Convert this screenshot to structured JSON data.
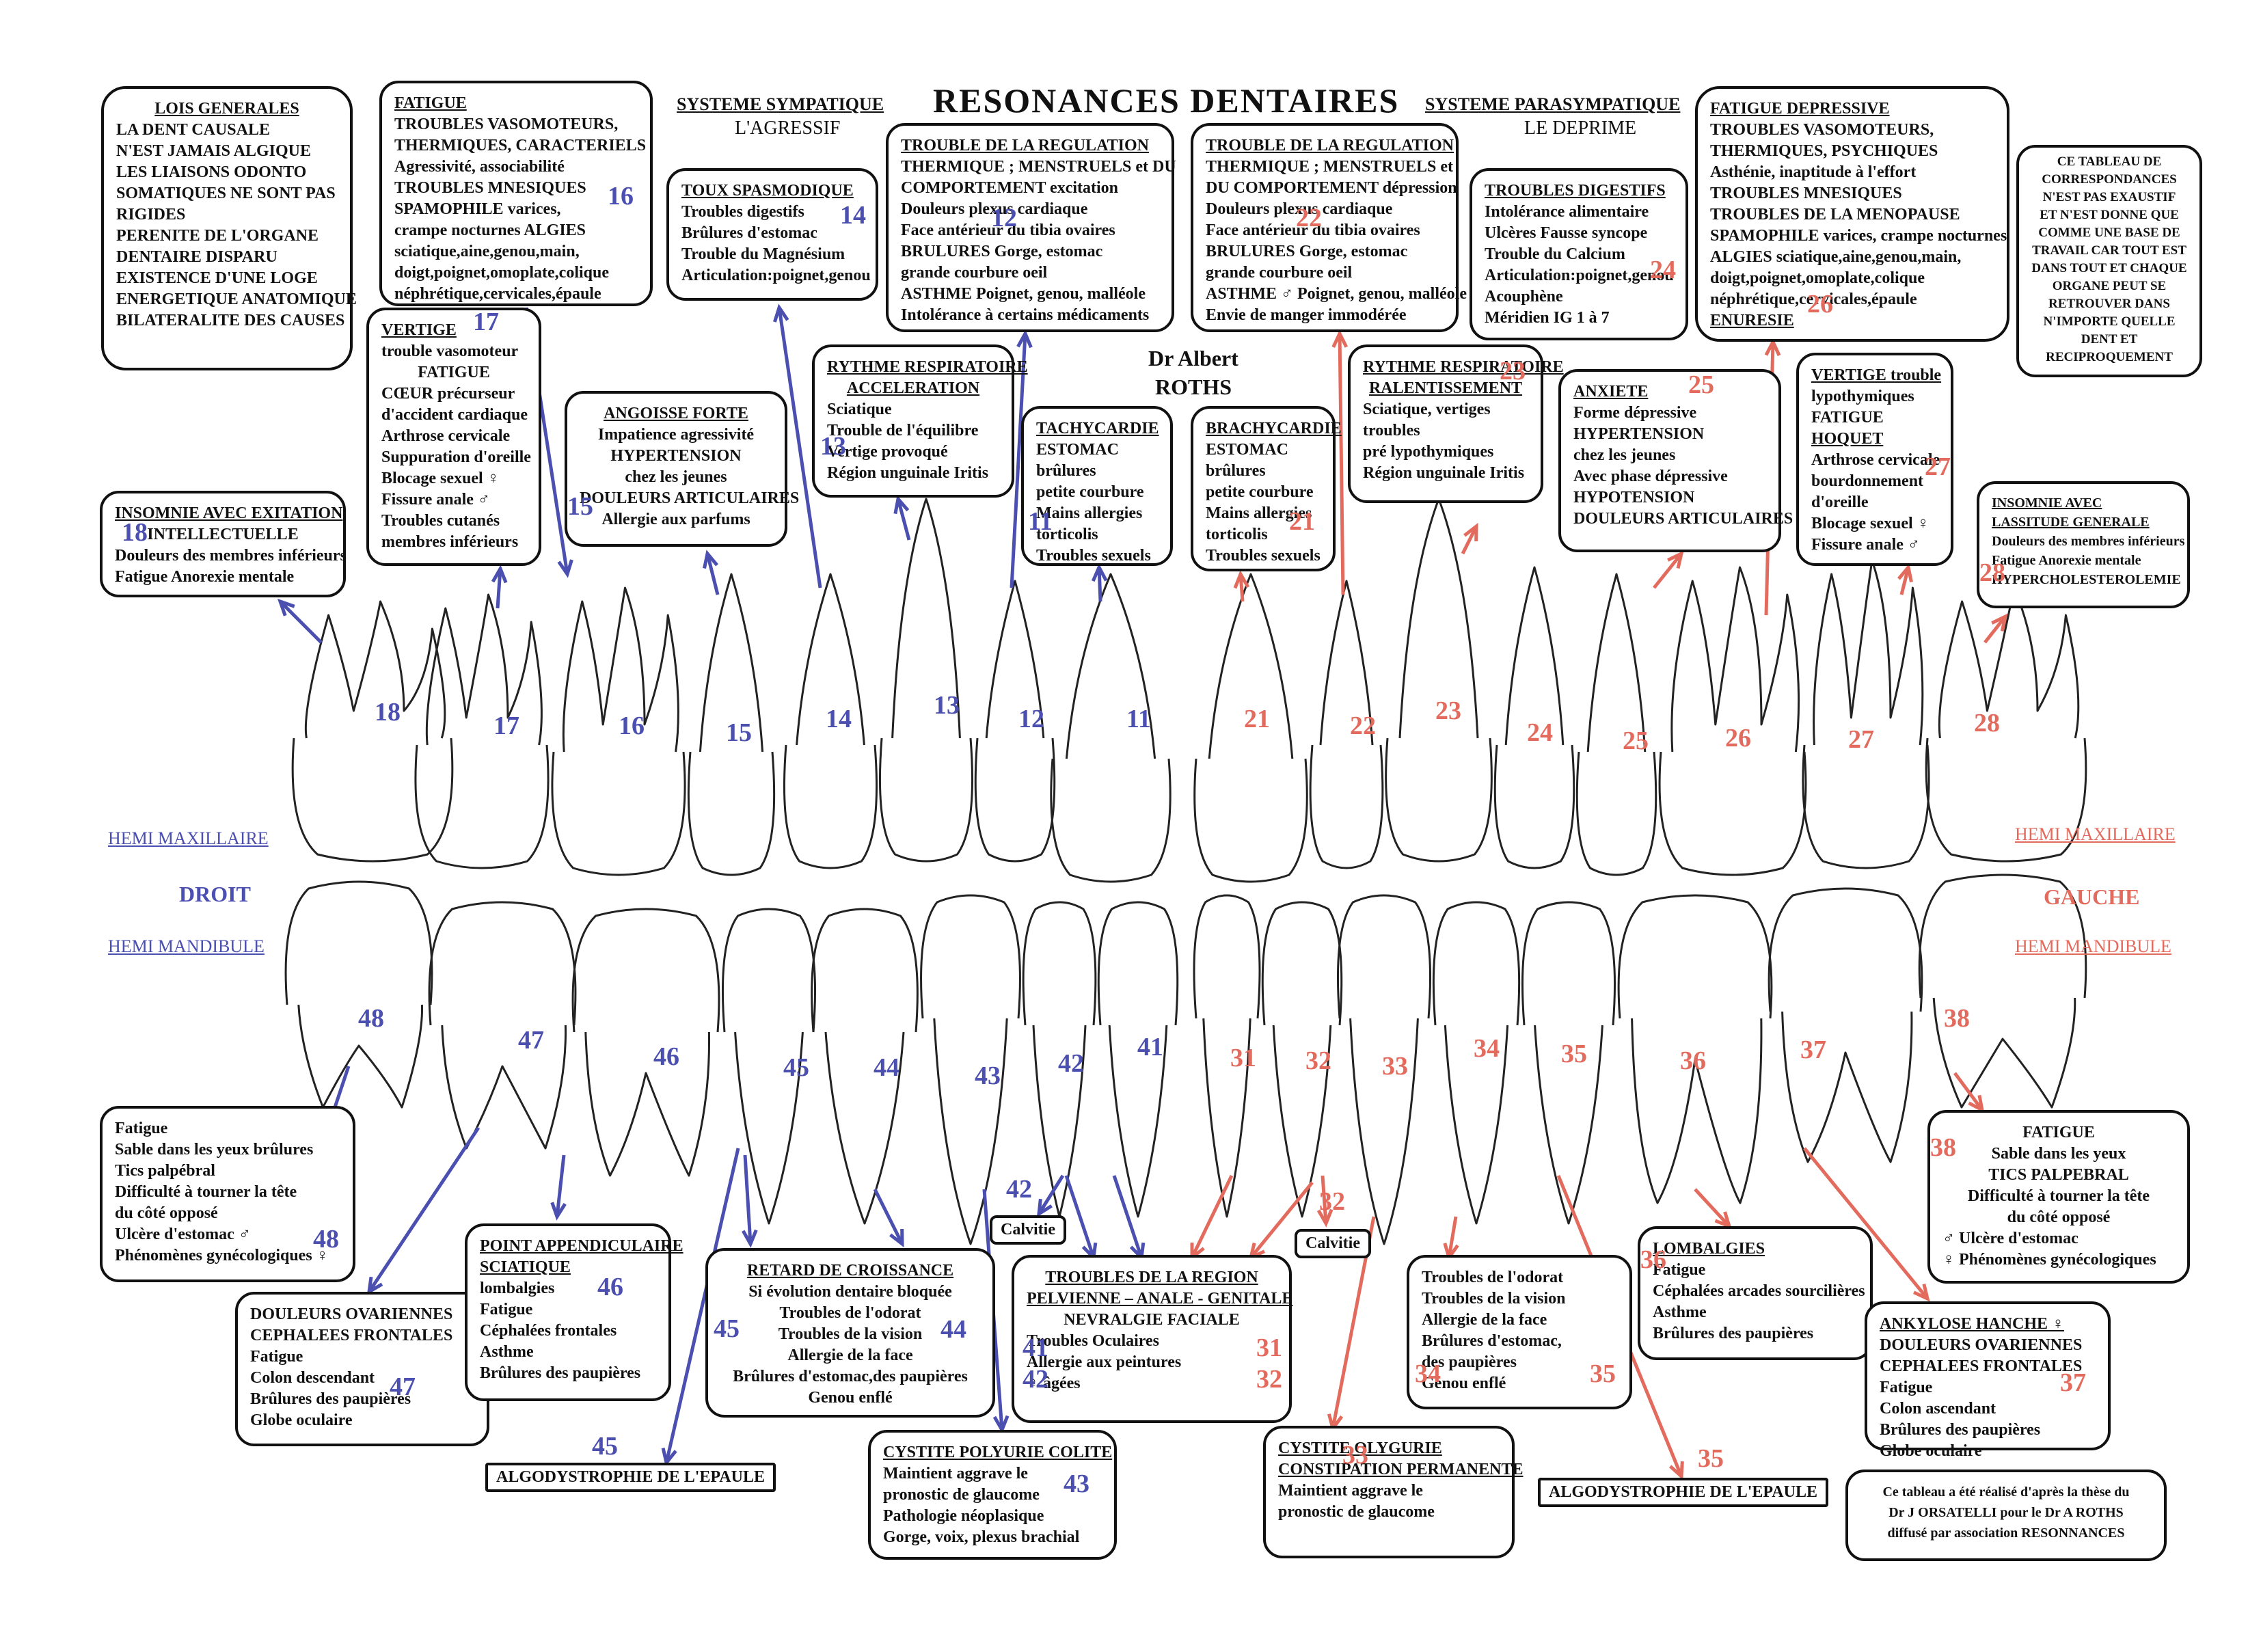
{
  "header": {
    "title": "RESONANCES DENTAIRES",
    "sympathetic": "SYSTEME SYMPATIQUE",
    "sympathetic_sub": "L'AGRESSIF",
    "parasympathetic": "SYSTEME PARASYMPATIQUE",
    "parasympathetic_sub": "LE DEPRIME",
    "author_1": "Dr Albert",
    "author_2": "ROTHS"
  },
  "sides": {
    "maxillaire_left": "HEMI MAXILLAIRE",
    "maxillaire_right": "HEMI MAXILLAIRE",
    "mandibule_left": "HEMI MANDIBULE",
    "mandibule_right": "HEMI MANDIBULE",
    "right_side": "DROIT",
    "left_side": "GAUCHE"
  },
  "colors": {
    "right_side": "#4b4fb0",
    "left_side": "#e36b5e",
    "ink": "#111111"
  },
  "tooth_numbers": {
    "upper": [
      "18",
      "17",
      "16",
      "15",
      "14",
      "13",
      "12",
      "11",
      "21",
      "22",
      "23",
      "24",
      "25",
      "26",
      "27",
      "28"
    ],
    "lower": [
      "48",
      "47",
      "46",
      "45",
      "44",
      "43",
      "42",
      "41",
      "31",
      "32",
      "33",
      "34",
      "35",
      "36",
      "37",
      "38"
    ]
  },
  "boxes": {
    "lois": {
      "num": "",
      "lines": [
        "LOIS GENERALES",
        "LA DENT CAUSALE",
        "N'EST JAMAIS ALGIQUE",
        "LES LIAISONS ODONTO",
        "SOMATIQUES NE SONT PAS",
        "RIGIDES",
        "PERENITE DE L'ORGANE",
        "DENTAIRE DISPARU",
        "EXISTENCE D'UNE LOGE",
        "ENERGETIQUE ANATOMIQUE",
        "BILATERALITE DES CAUSES"
      ]
    },
    "t16": {
      "num": "16",
      "lines": [
        "FATIGUE",
        "TROUBLES VASOMOTEURS,",
        "THERMIQUES, CARACTERIELS",
        "Agressivité, associabilité",
        "TROUBLES MNESIQUES",
        "SPAMOPHILE varices,",
        "crampe nocturnes ALGIES",
        "sciatique,aine,genou,main,",
        "doigt,poignet,omoplate,colique",
        "néphrétique,cervicales,épaule"
      ]
    },
    "t14": {
      "num": "14",
      "lines": [
        "TOUX SPASMODIQUE",
        "Troubles digestifs",
        "Brûlures d'estomac",
        "Trouble du Magnésium",
        "Articulation:poignet,genou"
      ]
    },
    "t12": {
      "num": "12",
      "lines": [
        "TROUBLE DE LA REGULATION",
        "THERMIQUE ; MENSTRUELS et DU",
        "COMPORTEMENT excitation",
        "Douleurs plexus cardiaque",
        "Face antérieur du tibia ovaires",
        "BRULURES Gorge, estomac",
        "grande courbure oeil",
        "ASTHME Poignet, genou, malléole",
        "Intolérance à certains médicaments"
      ]
    },
    "t22": {
      "num": "22",
      "lines": [
        "TROUBLE DE LA REGULATION",
        "THERMIQUE ; MENSTRUELS et",
        "DU COMPORTEMENT dépression",
        "Douleurs plexus cardiaque",
        "Face antérieur du tibia ovaires",
        "BRULURES Gorge, estomac",
        "grande courbure oeil",
        "ASTHME ♂ Poignet, genou, malléole",
        "Envie de manger immodérée"
      ]
    },
    "t24": {
      "num": "24",
      "lines": [
        "TROUBLES DIGESTIFS",
        "Intolérance alimentaire",
        "Ulcères Fausse syncope",
        "Trouble du Calcium",
        "Articulation:poignet,genou",
        "Acouphène",
        "Méridien IG 1 à 7"
      ]
    },
    "t26": {
      "num": "26",
      "lines": [
        "FATIGUE DEPRESSIVE",
        "TROUBLES VASOMOTEURS,",
        "THERMIQUES, PSYCHIQUES",
        "Asthénie, inaptitude à l'effort",
        "TROUBLES MNESIQUES",
        "TROUBLES DE LA MENOPAUSE",
        "SPAMOPHILE varices, crampe nocturnes",
        "ALGIES sciatique,aine,genou,main,",
        "doigt,poignet,omoplate,colique",
        "néphrétique,cervicales,épaule",
        "ENURESIE"
      ]
    },
    "note": {
      "num": "",
      "lines": [
        "CE TABLEAU DE",
        "CORRESPONDANCES",
        "N'EST PAS EXAUSTIF",
        "ET N'EST DONNE QUE",
        "COMME UNE BASE DE",
        "TRAVAIL CAR TOUT EST",
        "DANS TOUT ET CHAQUE",
        "ORGANE PEUT SE",
        "RETROUVER DANS",
        "N'IMPORTE QUELLE",
        "DENT ET",
        "RECIPROQUEMENT"
      ]
    },
    "t17": {
      "num": "17",
      "lines": [
        "VERTIGE",
        "trouble vasomoteur",
        "FATIGUE",
        "CŒUR précurseur",
        "d'accident cardiaque",
        "Arthrose cervicale",
        "Suppuration d'oreille",
        "Blocage sexuel ♀",
        "Fissure anale ♂",
        "Troubles cutanés",
        "membres inférieurs"
      ]
    },
    "t18": {
      "num": "18",
      "lines": [
        "INSOMNIE AVEC EXITATION",
        "INTELLECTUELLE",
        "Douleurs des membres inférieurs",
        "Fatigue Anorexie mentale"
      ]
    },
    "t15": {
      "num": "15",
      "lines": [
        "ANGOISSE FORTE",
        "Impatience agressivité",
        "HYPERTENSION",
        "chez les jeunes",
        "DOULEURS ARTICULAIRES",
        "Allergie aux parfums"
      ]
    },
    "t13": {
      "num": "13",
      "lines": [
        "RYTHME RESPIRATOIRE",
        "ACCELERATION",
        "Sciatique",
        "Trouble de l'équilibre",
        "Vertige provoqué",
        "Région unguinale Iritis"
      ]
    },
    "t11": {
      "num": "11",
      "lines": [
        "TACHYCARDIE",
        "ESTOMAC",
        "brûlures",
        "petite courbure",
        "Mains allergies",
        "torticolis",
        "Troubles sexuels"
      ]
    },
    "t21": {
      "num": "21",
      "lines": [
        "BRACHYCARDIE",
        "ESTOMAC",
        "brûlures",
        "petite courbure",
        "Mains allergies",
        "torticolis",
        "Troubles sexuels"
      ]
    },
    "t23": {
      "num": "23",
      "lines": [
        "RYTHME RESPIRATOIRE",
        "RALENTISSEMENT",
        "Sciatique, vertiges",
        "troubles",
        "pré lypothymiques",
        "Région unguinale Iritis"
      ]
    },
    "t25": {
      "num": "25",
      "lines": [
        "ANXIETE",
        "Forme dépressive",
        "HYPERTENSION",
        "chez les jeunes",
        "Avec phase dépressive",
        "HYPOTENSION",
        "DOULEURS ARTICULAIRES"
      ]
    },
    "t27": {
      "num": "27",
      "lines": [
        "VERTIGE trouble",
        "lypothymiques",
        "FATIGUE",
        "HOQUET",
        "Arthrose cervicale",
        "bourdonnement",
        "d'oreille",
        "Blocage sexuel ♀",
        "Fissure anale ♂"
      ]
    },
    "t28": {
      "num": "28",
      "lines": [
        "INSOMNIE AVEC",
        "LASSITUDE GENERALE",
        "Douleurs des membres inférieurs",
        "Fatigue Anorexie mentale",
        "HYPERCHOLESTEROLEMIE"
      ]
    },
    "t48": {
      "num": "48",
      "lines": [
        "Fatigue",
        "Sable dans les yeux brûlures",
        "Tics palpébral",
        "Difficulté à tourner la tête",
        "du côté opposé",
        "Ulcère d'estomac ♂",
        "Phénomènes gynécologiques ♀"
      ]
    },
    "t47": {
      "num": "47",
      "lines": [
        "DOULEURS OVARIENNES",
        "CEPHALEES FRONTALES",
        "Fatigue",
        "Colon descendant",
        "Brûlures des paupières",
        "Globe oculaire"
      ]
    },
    "t46": {
      "num": "46",
      "lines": [
        "POINT APPENDICULAIRE",
        "SCIATIQUE",
        "lombalgies",
        "Fatigue",
        "Céphalées frontales",
        "Asthme",
        "Brûlures des paupières"
      ]
    },
    "t44": {
      "num": "44",
      "lines": [
        "RETARD DE CROISSANCE",
        "Si évolution dentaire bloquée",
        "Troubles de l'odorat",
        "Troubles de la vision",
        "Allergie de la face",
        "Brûlures d'estomac,des paupières",
        "Genou enflé"
      ]
    },
    "t4131": {
      "num": "",
      "lines": [
        "TROUBLES DE LA REGION",
        "PELVIENNE – ANALE - GENITALE",
        "NEVRALGIE FACIALE",
        "Troubles Oculaires",
        "Allergie aux peintures",
        "♀ âgées"
      ]
    },
    "t43": {
      "num": "43",
      "lines": [
        "CYSTITE POLYURIE COLITE",
        "Maintient aggrave le",
        "pronostic de glaucome",
        "Pathologie néoplasique",
        "Gorge, voix, plexus brachial"
      ]
    },
    "t33": {
      "num": "33",
      "lines": [
        "CYSTITE OLYGURIE",
        "CONSTIPATION PERMANENTE",
        "Maintient aggrave le",
        "pronostic de glaucome"
      ]
    },
    "t34": {
      "num": "",
      "lines": [
        "Troubles de l'odorat",
        "Troubles de la vision",
        "Allergie de la face",
        "Brûlures d'estomac,",
        "des paupières",
        "Genou enflé"
      ]
    },
    "t36": {
      "num": "36",
      "lines": [
        "LOMBALGIES",
        "Fatigue",
        "Céphalées arcades sourcilières",
        "Asthme",
        "Brûlures des paupières"
      ]
    },
    "t37": {
      "num": "37",
      "lines": [
        "ANKYLOSE HANCHE ♀",
        "DOULEURS OVARIENNES",
        "CEPHALEES FRONTALES",
        "Fatigue",
        "Colon ascendant",
        "Brûlures des paupières",
        "Globe oculaire"
      ]
    },
    "t38": {
      "num": "38",
      "lines": [
        "FATIGUE",
        "Sable dans les yeux",
        "TICS PALPEBRAL",
        "Difficulté à tourner la tête",
        "du côté opposé",
        "♂ Ulcère d'estomac",
        "♀ Phénomènes gynécologiques"
      ]
    },
    "credit": {
      "num": "",
      "lines": [
        "Ce tableau a été réalisé d'après la thèse du",
        "Dr J ORSATELLI pour le Dr A ROTHS",
        "diffusé par association RESONNANCES"
      ]
    }
  },
  "small_labels": {
    "calvitie_42": "Calvitie",
    "calvitie_32": "Calvitie",
    "algodystrophie_45": "ALGODYSTROPHIE DE L'EPAULE",
    "algodystrophie_35": "ALGODYSTROPHIE DE L'EPAULE",
    "num_41": "41",
    "num_42": "42",
    "num_31": "31",
    "num_32": "32",
    "num_45_box": "45",
    "num_34_box": "34",
    "num_35_box": "35",
    "num_45_algo": "45",
    "num_35_algo": "35",
    "num_42_calv": "42",
    "num_32_calv": "32"
  }
}
